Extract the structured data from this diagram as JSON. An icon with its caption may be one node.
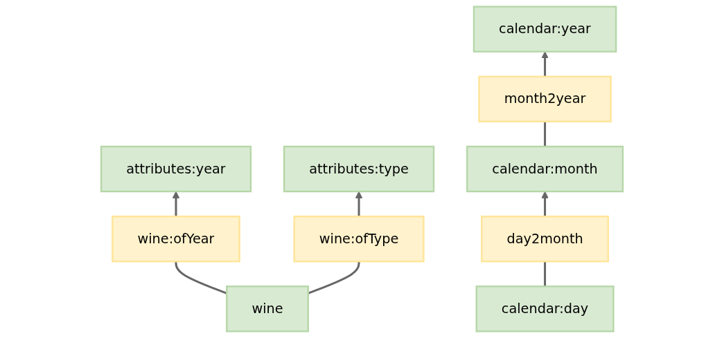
{
  "diagram": {
    "nodes": [
      {
        "text": [
          "attributes:year"
        ]
      },
      {
        "text": [
          "attributes:type"
        ]
      },
      {
        "text": [
          "wine:ofYear"
        ]
      },
      {
        "text": [
          "wine:ofType"
        ]
      },
      {
        "text": [
          "wine"
        ]
      },
      {
        "text": [
          "calendar:year"
        ]
      },
      {
        "text": [
          "month2year"
        ]
      },
      {
        "text": [
          "calendar:month"
        ]
      },
      {
        "text": [
          "day2month"
        ]
      },
      {
        "text": [
          "calendar:day"
        ]
      }
    ],
    "edges": [
      {
        "from": 4,
        "to": 2,
        "arrow": "none"
      },
      {
        "from": 2,
        "to": 0,
        "arrow": "to"
      },
      {
        "from": 4,
        "to": 3,
        "arrow": "none"
      },
      {
        "from": 3,
        "to": 1,
        "arrow": "to"
      },
      {
        "from": 9,
        "to": 8,
        "arrow": "none"
      },
      {
        "from": 8,
        "to": 7,
        "arrow": "to"
      },
      {
        "from": 7,
        "to": 6,
        "arrow": "none"
      },
      {
        "from": 6,
        "to": 5,
        "arrow": "to"
      }
    ]
  }
}
